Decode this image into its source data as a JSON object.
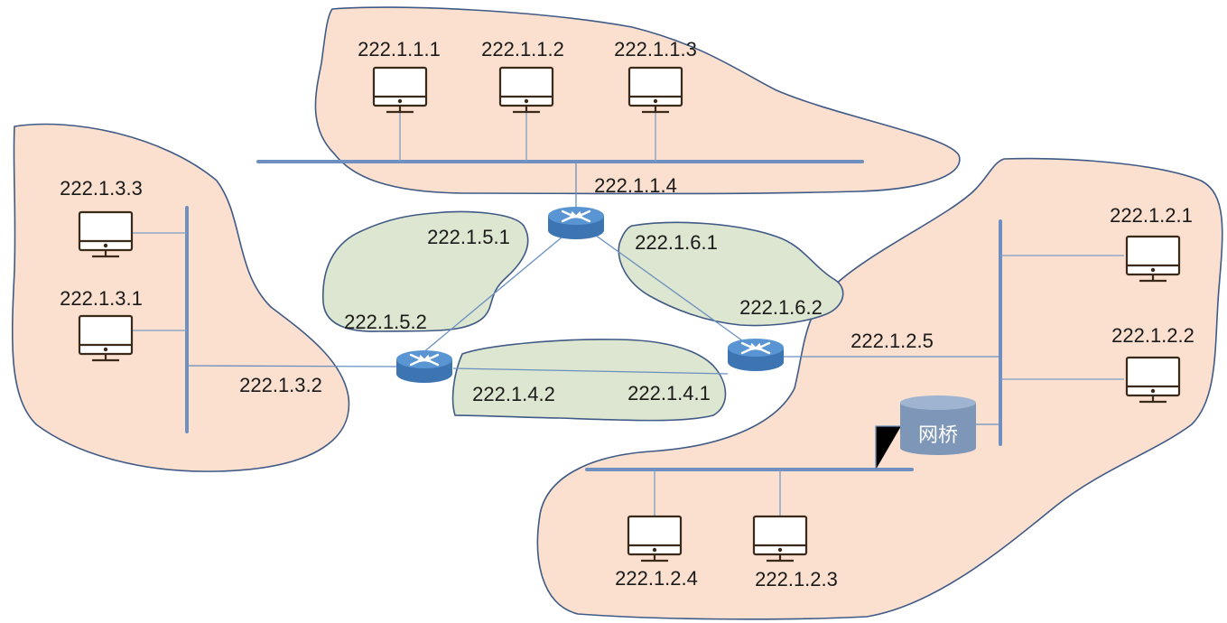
{
  "colors": {
    "lan_fill": "#fbe0cf",
    "link_fill": "#dde6d0",
    "outline": "#3f5a86",
    "bus": "#6e8fbf",
    "router": "#4a86c8",
    "bridge": "#7e97b8"
  },
  "icons": {
    "host": "computer-monitor-icon",
    "router": "router-icon",
    "bridge": "bridge-icon"
  },
  "networks": {
    "net1": {
      "hosts": [
        "222.1.1.1",
        "222.1.1.2",
        "222.1.1.3"
      ],
      "router_if": "222.1.1.4"
    },
    "net3": {
      "hosts": [
        "222.1.3.3",
        "222.1.3.1"
      ],
      "router_if": "222.1.3.2"
    },
    "net2": {
      "hosts_right": [
        "222.1.2.1",
        "222.1.2.2"
      ],
      "hosts_bottom": [
        "222.1.2.4",
        "222.1.2.3"
      ],
      "router_if": "222.1.2.5",
      "bridge_label": "网桥"
    },
    "link5": {
      "a": "222.1.5.1",
      "b": "222.1.5.2"
    },
    "link6": {
      "a": "222.1.6.1",
      "b": "222.1.6.2"
    },
    "link4": {
      "a": "222.1.4.2",
      "b": "222.1.4.1"
    }
  }
}
